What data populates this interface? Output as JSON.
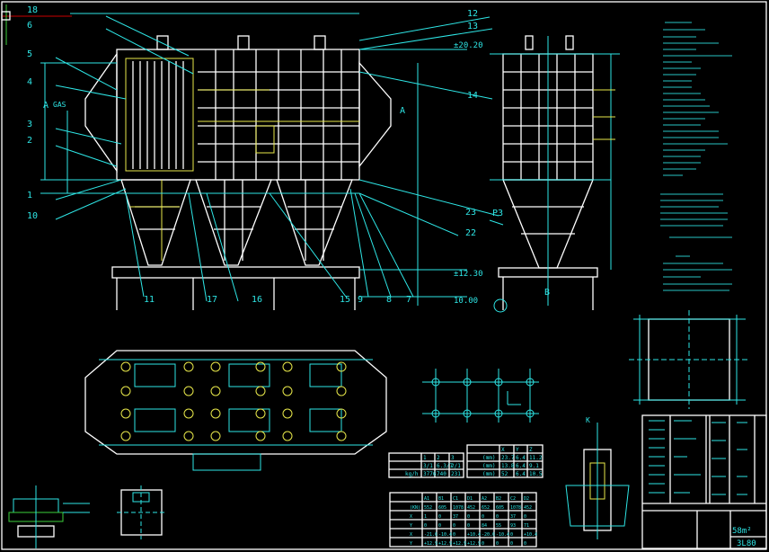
{
  "drawing": {
    "callouts_left": [
      "18",
      "6",
      "5",
      "4",
      "3",
      "2",
      "1",
      "10"
    ],
    "callouts_right": [
      "12",
      "13",
      "14",
      "23",
      "22"
    ],
    "callouts_bottom": [
      "11",
      "17",
      "16",
      "15",
      "9",
      "8",
      "7"
    ],
    "section_mark": "A",
    "gas_label": "GAS",
    "elevation_top": "±20.20",
    "elevation_mid": "±12.30",
    "elevation_base": "10.00",
    "side_view_label": "P3",
    "side_view_mark": "B",
    "detail_mark": "K"
  },
  "table_left": {
    "headers": [
      "",
      "1",
      "2",
      "3"
    ],
    "rows": [
      [
        "",
        "3/1",
        "6.3/7",
        "2/1"
      ],
      [
        "kg/h",
        "3776",
        "740",
        "231"
      ]
    ]
  },
  "table_right": {
    "headers": [
      "",
      "X",
      "Y",
      "Z"
    ],
    "rows": [
      [
        "(mm)",
        "23.7",
        "6.4",
        "11.2"
      ],
      [
        "(mm)",
        "13.8",
        "6.4",
        "9.1"
      ],
      [
        "(mm)",
        "52",
        "6.4",
        "10.5"
      ]
    ]
  },
  "table_bottom": {
    "headers": [
      "",
      "A1",
      "B1",
      "C1",
      "D1",
      "A2",
      "B2",
      "C2",
      "D2"
    ],
    "rows": [
      [
        "(KN)",
        "552",
        "605",
        "1078",
        "452",
        "652",
        "605",
        "1078",
        "452"
      ],
      [
        "X",
        "1",
        "0",
        "37",
        "0",
        "0",
        "0",
        "37",
        "0"
      ],
      [
        "Y",
        "0",
        "0",
        "0",
        "0",
        "84",
        "55",
        "93",
        "71"
      ],
      [
        "X",
        "-21.6",
        "-10.4",
        "0",
        "+10.4",
        "-20.6",
        "-10.4",
        "0",
        "+10.4"
      ],
      [
        "Y",
        "+12.9",
        "+12.9",
        "+12.9",
        "+12.9",
        "0",
        "0",
        "0",
        "0"
      ]
    ]
  },
  "title_block": {
    "model": "58m²",
    "drawing_no": "3L80"
  },
  "colors": {
    "background": "#000000",
    "line": "#2ee6e6",
    "outline": "#ffffff",
    "accent_yellow": "#e8e84a",
    "accent_green": "#3ccf3c"
  }
}
